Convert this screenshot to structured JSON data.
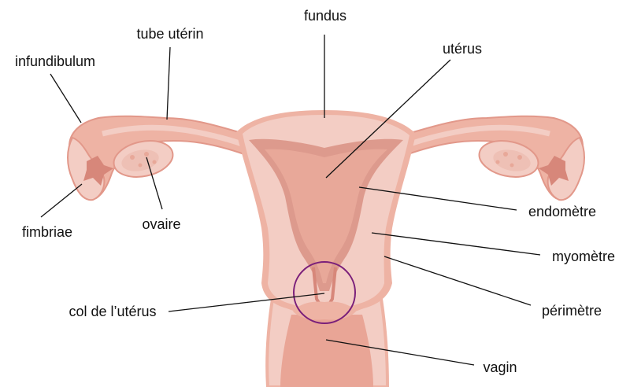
{
  "colors": {
    "outer_wall": "#eeb3a4",
    "myometrium": "#f3cdc4",
    "endometrium": "#dd9a8d",
    "lumen": "#e8a899",
    "dark_tissue": "#d7877a",
    "vagina": "#e9a596",
    "highlight_circle": "#7a1f7a"
  },
  "labels": {
    "fundus": "fundus",
    "tube": "tube utérin",
    "infundibulum": "infundibulum",
    "uterus": "utérus",
    "fimbriae": "fimbriae",
    "ovary": "ovaire",
    "endometrium": "endomètre",
    "myometrium": "myomètre",
    "perimetrium": "périmètre",
    "cervix": "col de l’utérus",
    "vagina": "vagin"
  }
}
